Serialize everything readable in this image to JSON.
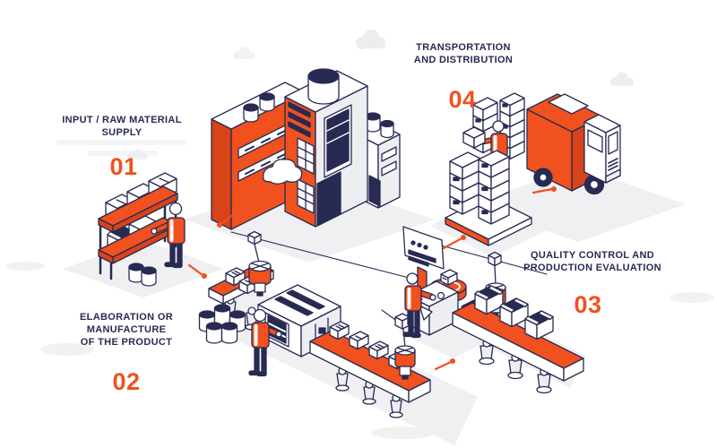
{
  "scene": {
    "title": "Isometric production process flow illustration",
    "elements": [
      "warehouse-rack-with-boxes",
      "factory-building",
      "delivery-truck",
      "box-pallet-and-loader",
      "quality-control-station",
      "conveyor-production-line"
    ]
  },
  "palette": {
    "accent_orange": "#F0511F",
    "navy": "#272B52",
    "light_gray": "#ECEDEF",
    "white": "#FFFFFF"
  },
  "stages": [
    {
      "number": "01",
      "lines": [
        "INPUT / RAW MATERIAL",
        "SUPPLY"
      ]
    },
    {
      "number": "02",
      "lines": [
        "ELABORATION OR",
        "MANUFACTURE",
        "OF THE PRODUCT"
      ]
    },
    {
      "number": "03",
      "lines": [
        "QUALITY CONTROL AND",
        "PRODUCTION EVALUATION"
      ]
    },
    {
      "number": "04",
      "lines": [
        "TRANSPORTATION",
        "AND DISTRIBUTION"
      ]
    }
  ]
}
